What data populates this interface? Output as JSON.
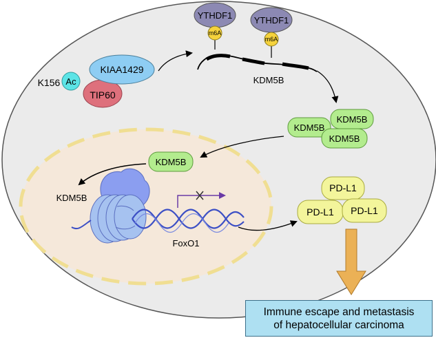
{
  "labels": {
    "ythdf1_left": "YTHDF1",
    "ythdf1_right": "YTHDF1",
    "m6a_left": "m6A",
    "m6a_right": "m6A",
    "kdm5b_mrna": "KDM5B",
    "kiaa1429": "KIAA1429",
    "tip60": "TIP60",
    "k156": "K156",
    "ac": "Ac",
    "kdm5b_cluster_a": "KDM5B",
    "kdm5b_cluster_b": "KDM5B",
    "kdm5b_cluster_c": "KDM5B",
    "kdm5b_nuclear": "KDM5B",
    "kdm5b_chromatin": "KDM5B",
    "foxo1": "FoxO1",
    "pdl1_top": "PD-L1",
    "pdl1_left": "PD-L1",
    "pdl1_right": "PD-L1",
    "outcome_line1": "Immune escape and metastasis",
    "outcome_line2": "of hepatocellular carcinoma"
  },
  "colors": {
    "cell": "#ebebeb",
    "nucleus": "#f5e8da",
    "nucleus_border": "#f0de92",
    "ythdf1": "#8c89b3",
    "m6a": "#f5d23c",
    "kiaa1429": "#8ecdf3",
    "tip60": "#de707c",
    "ac": "#5ce4e6",
    "kdm5b": "#b3ec8e",
    "pdl1": "#f3f59b",
    "nucleosome": "#a6c2f0",
    "polymerase": "#8b9ef0",
    "dna": "#3c4fc5",
    "down_arrow": "#ebb156",
    "result_box": "#aee0f2"
  }
}
